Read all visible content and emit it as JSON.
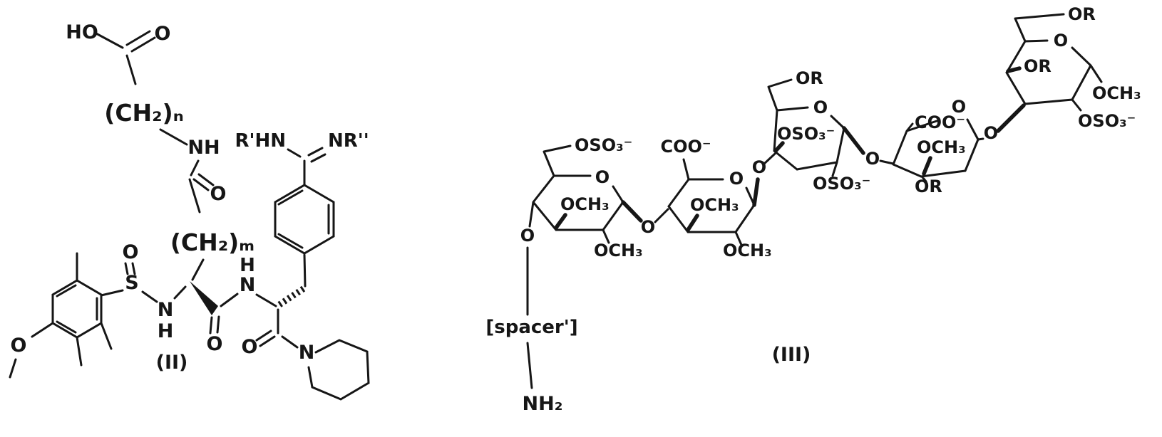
{
  "figure": {
    "structure_ii": {
      "label": "(II)",
      "ho": "HO",
      "carboxyl_o": "O",
      "ch2n": "(CH₂)ₙ",
      "nh": "NH",
      "rprime_hn": "R'HN",
      "nr_doubleprime": "NR''",
      "amide1_o": "O",
      "ch2m": "(CH₂)ₘ",
      "sulfonyl_o": "O",
      "s": "S",
      "sulfonamide_n": "N",
      "sulfonamide_h": "H",
      "methoxy_o": "O",
      "amide2_o": "O",
      "amide3_h": "H",
      "amide3_n": "N",
      "ketone_o": "O",
      "piperidine_n": "N"
    },
    "structure_iii": {
      "label": "(III)",
      "spacer": "[spacer']",
      "nh2": "NH₂",
      "link12_o": "O",
      "link23_o": "O",
      "link34_o": "O",
      "link45_o": "O",
      "ring1": {
        "oso3": "OSO₃⁻",
        "ring_o": "O",
        "och3_inner": "OCH₃",
        "och3_lower": "OCH₃",
        "spacer_o": "O"
      },
      "ring2": {
        "coo": "COO⁻",
        "ring_o": "O",
        "och3_inner": "OCH₃",
        "och3_lower": "OCH₃"
      },
      "ring3": {
        "or_top": "OR",
        "ring_o": "O",
        "oso3_upper": "OSO₃⁻",
        "oso3_lower": "OSO₃⁻"
      },
      "ring4": {
        "coo": "COO⁻",
        "ring_o": "O",
        "och3_inner": "OCH₃",
        "or_lower": "OR"
      },
      "ring5": {
        "or_top": "OR",
        "ring_o": "O",
        "or_left": "OR",
        "och3_right": "OCH₃",
        "oso3": "OSO₃⁻"
      }
    }
  }
}
